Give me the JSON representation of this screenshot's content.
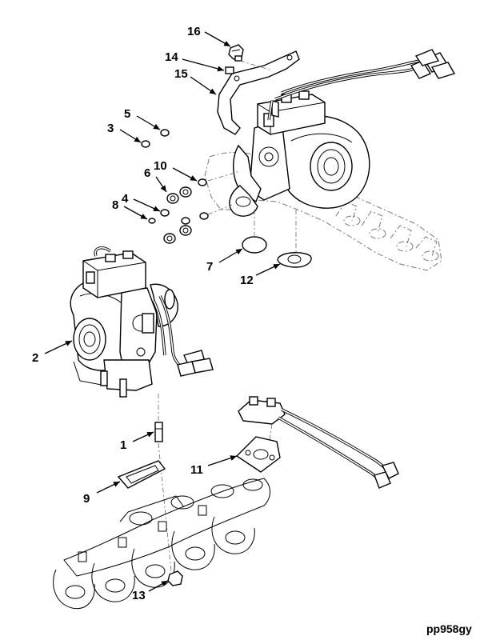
{
  "figure_code": "pp958gy",
  "callouts": [
    {
      "number": "1"
    },
    {
      "number": "2"
    },
    {
      "number": "3"
    },
    {
      "number": "4"
    },
    {
      "number": "5"
    },
    {
      "number": "6"
    },
    {
      "number": "7"
    },
    {
      "number": "8"
    },
    {
      "number": "9"
    },
    {
      "number": "10"
    },
    {
      "number": "11"
    },
    {
      "number": "12"
    },
    {
      "number": "13"
    },
    {
      "number": "14"
    },
    {
      "number": "15"
    },
    {
      "number": "16"
    }
  ],
  "colors": {
    "ink": "#000000",
    "ghost": "#777777",
    "background": "#ffffff"
  }
}
